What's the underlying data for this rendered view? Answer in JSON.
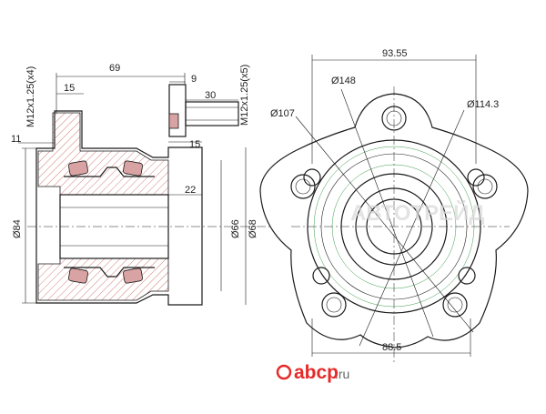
{
  "side_view": {
    "dims": {
      "stud_thread_left": "M12x1.25(x4)",
      "stud_thread_right": "M12x1.25(x5)",
      "overall_length": "69",
      "flange_width": "15",
      "stud_head": "9",
      "stud_length": "30",
      "offset": "11",
      "flange_step": "15",
      "bore_depth": "22",
      "outer_dia": "Ø84",
      "inner_dia_1": "Ø66",
      "inner_dia_2": "Ø68"
    }
  },
  "front_view": {
    "dims": {
      "flange_width": "93.55",
      "pcd_outer": "Ø148",
      "pcd_bolt": "Ø114.3",
      "pilot_dia": "Ø107",
      "lower_width": "88.5"
    }
  },
  "watermark": {
    "text": "АВТОТРЕЙД",
    "logo_text": "abcp",
    "logo_suffix": ".ru",
    "logo_color": "#e52a2a"
  }
}
